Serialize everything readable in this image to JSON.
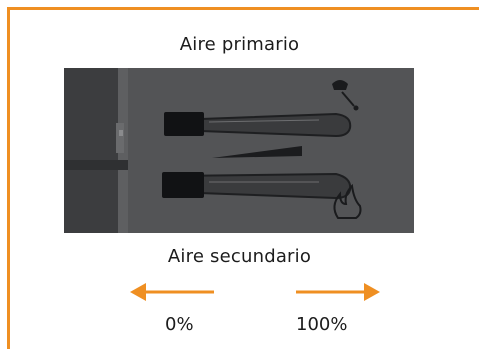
{
  "labels": {
    "primary_air": "Aire primario",
    "secondary_air": "Aire secundario",
    "percent_min": "0%",
    "percent_max": "100%"
  },
  "icons": {
    "top_icon": "bowl-spoon-icon",
    "bottom_icon": "flame-icon",
    "left_arrow": "arrow-left-icon",
    "right_arrow": "arrow-right-icon"
  },
  "colors": {
    "accent": "#ef8f22",
    "panel": "#4f5052",
    "text": "#1c1c1c"
  }
}
